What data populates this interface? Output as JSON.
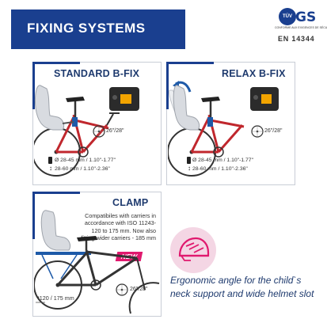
{
  "header": {
    "title": "FIXING SYSTEMS"
  },
  "certification": {
    "tuv_label": "TÜV",
    "gs_label": "GS",
    "small_text": "CONFORME AUX EXIGENCES DE SÉCURITÉ",
    "standard": "EN 14344"
  },
  "panels": {
    "standard": {
      "title": "STANDARD B-FIX",
      "spec1": "Ø 28-45 mm / 1.10\"-1.77\"",
      "spec2": "28-60 mm / 1.10\"-2.36\"",
      "wheel": "26\"/28\""
    },
    "relax": {
      "title": "RELAX B-FIX",
      "spec1": "Ø 28-45 mm / 1.10\"-1.77\"",
      "spec2": "28-60 mm / 1.10\"-2.36\"",
      "wheel": "26\"/28\""
    },
    "clamp": {
      "title": "CLAMP",
      "description": "Compatibiles with carriers in accordance with ISO 11243- 120 to 175 mm. Now also fitting wider carriers - 185 mm",
      "badge": "NEW",
      "carrier_width": "*120 / 175 mm",
      "wheel": "26\"/28\""
    }
  },
  "feature": {
    "icon": "helmet-icon",
    "text": "Ergonomic angle for the child`s neck support and wide helmet slot"
  },
  "colors": {
    "brand_blue": "#1a3f8f",
    "accent_pink": "#e0196e",
    "frame_red": "#c0272d"
  }
}
